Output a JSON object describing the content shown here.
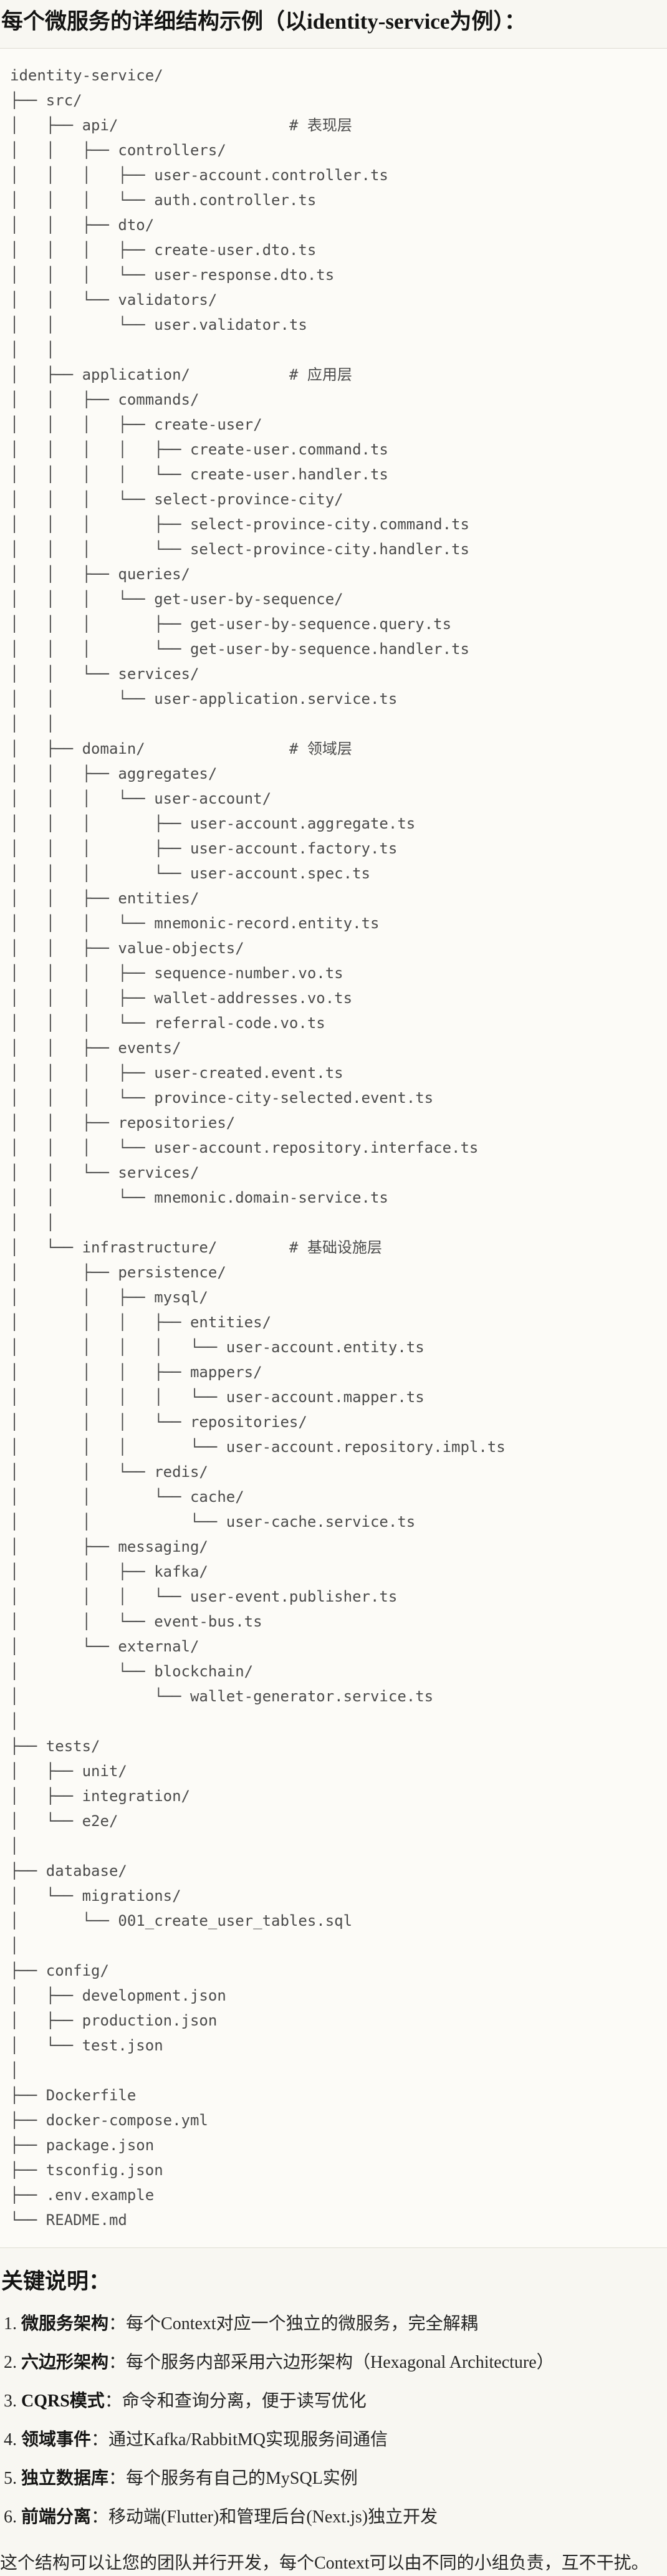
{
  "title": "每个微服务的详细结构示例（以identity-service为例）：",
  "tree": {
    "lines": [
      "identity-service/",
      "├── src/",
      "│   ├── api/                   # 表现层",
      "│   │   ├── controllers/",
      "│   │   │   ├── user-account.controller.ts",
      "│   │   │   └── auth.controller.ts",
      "│   │   ├── dto/",
      "│   │   │   ├── create-user.dto.ts",
      "│   │   │   └── user-response.dto.ts",
      "│   │   └── validators/",
      "│   │       └── user.validator.ts",
      "│   │",
      "│   ├── application/           # 应用层",
      "│   │   ├── commands/",
      "│   │   │   ├── create-user/",
      "│   │   │   │   ├── create-user.command.ts",
      "│   │   │   │   └── create-user.handler.ts",
      "│   │   │   └── select-province-city/",
      "│   │   │       ├── select-province-city.command.ts",
      "│   │   │       └── select-province-city.handler.ts",
      "│   │   ├── queries/",
      "│   │   │   └── get-user-by-sequence/",
      "│   │   │       ├── get-user-by-sequence.query.ts",
      "│   │   │       └── get-user-by-sequence.handler.ts",
      "│   │   └── services/",
      "│   │       └── user-application.service.ts",
      "│   │",
      "│   ├── domain/                # 领域层",
      "│   │   ├── aggregates/",
      "│   │   │   └── user-account/",
      "│   │   │       ├── user-account.aggregate.ts",
      "│   │   │       ├── user-account.factory.ts",
      "│   │   │       └── user-account.spec.ts",
      "│   │   ├── entities/",
      "│   │   │   └── mnemonic-record.entity.ts",
      "│   │   ├── value-objects/",
      "│   │   │   ├── sequence-number.vo.ts",
      "│   │   │   ├── wallet-addresses.vo.ts",
      "│   │   │   └── referral-code.vo.ts",
      "│   │   ├── events/",
      "│   │   │   ├── user-created.event.ts",
      "│   │   │   └── province-city-selected.event.ts",
      "│   │   ├── repositories/",
      "│   │   │   └── user-account.repository.interface.ts",
      "│   │   └── services/",
      "│   │       └── mnemonic.domain-service.ts",
      "│   │",
      "│   └── infrastructure/        # 基础设施层",
      "│       ├── persistence/",
      "│       │   ├── mysql/",
      "│       │   │   ├── entities/",
      "│       │   │   │   └── user-account.entity.ts",
      "│       │   │   ├── mappers/",
      "│       │   │   │   └── user-account.mapper.ts",
      "│       │   │   └── repositories/",
      "│       │   │       └── user-account.repository.impl.ts",
      "│       │   └── redis/",
      "│       │       └── cache/",
      "│       │           └── user-cache.service.ts",
      "│       ├── messaging/",
      "│       │   ├── kafka/",
      "│       │   │   └── user-event.publisher.ts",
      "│       │   └── event-bus.ts",
      "│       └── external/",
      "│           └── blockchain/",
      "│               └── wallet-generator.service.ts",
      "│",
      "├── tests/",
      "│   ├── unit/",
      "│   ├── integration/",
      "│   └── e2e/",
      "│",
      "├── database/",
      "│   └── migrations/",
      "│       └── 001_create_user_tables.sql",
      "│",
      "├── config/",
      "│   ├── development.json",
      "│   ├── production.json",
      "│   └── test.json",
      "│",
      "├── Dockerfile",
      "├── docker-compose.yml",
      "├── package.json",
      "├── tsconfig.json",
      "├── .env.example",
      "└── README.md"
    ]
  },
  "notes": {
    "heading": "关键说明：",
    "items": [
      {
        "num": "1.",
        "label": "微服务架构",
        "text": "：每个Context对应一个独立的微服务，完全解耦"
      },
      {
        "num": "2.",
        "label": "六边形架构",
        "text": "：每个服务内部采用六边形架构（Hexagonal Architecture）"
      },
      {
        "num": "3.",
        "label": "CQRS模式",
        "text": "：命令和查询分离，便于读写优化"
      },
      {
        "num": "4.",
        "label": "领域事件",
        "text": "：通过Kafka/RabbitMQ实现服务间通信"
      },
      {
        "num": "5.",
        "label": "独立数据库",
        "text": "：每个服务有自己的MySQL实例"
      },
      {
        "num": "6.",
        "label": "前端分离",
        "text": "：移动端(Flutter)和管理后台(Next.js)独立开发"
      }
    ]
  },
  "closing": "这个结构可以让您的团队并行开发，每个Context可以由不同的小组负责，互不干扰。",
  "colors": {
    "page-bg": "#F8F7F2",
    "code-bg": "#FCFBF7",
    "code-border": "#DEDCD3",
    "code-text": "#4B4B4B",
    "heading-text": "#141413",
    "body-text": "#262625"
  }
}
